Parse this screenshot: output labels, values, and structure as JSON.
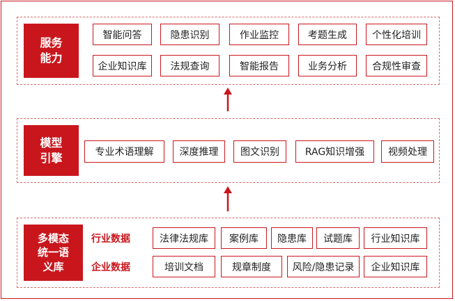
{
  "layers": {
    "service": {
      "label": "服务\n能力",
      "items": [
        "智能问答",
        "隐患识别",
        "作业监控",
        "考题生成",
        "个性化培训",
        "企业知识库",
        "法规查询",
        "智能报告",
        "业务分析",
        "合规性审查"
      ]
    },
    "model": {
      "label": "模型\n引擎",
      "items": [
        "专业术语理解",
        "深度推理",
        "图文识别",
        "RAG知识增强",
        "视频处理"
      ]
    },
    "data": {
      "label": "多模态\n统一语\n义库",
      "industry_label": "行业数据",
      "industry_items": [
        "法律法规库",
        "案例库",
        "隐患库",
        "试题库",
        "行业知识库"
      ],
      "enterprise_label": "企业数据",
      "enterprise_items": [
        "培训文档",
        "规章制度",
        "风险/隐患记录",
        "企业知识库"
      ]
    }
  },
  "colors": {
    "accent": "#c9161d",
    "dashed_border": "#d76a6a"
  }
}
